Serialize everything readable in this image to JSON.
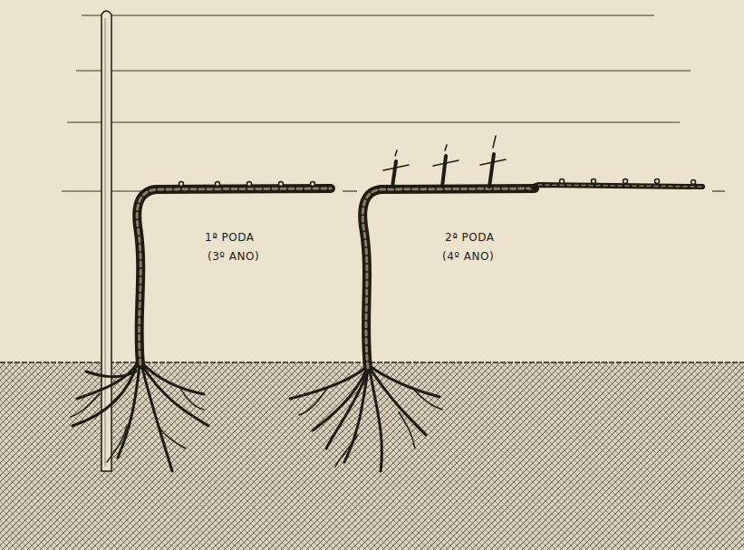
{
  "diagram": {
    "labels": [
      "1ª PODA",
      "(3º ANO)",
      "2ª PODA",
      "(4º ANO)"
    ]
  }
}
